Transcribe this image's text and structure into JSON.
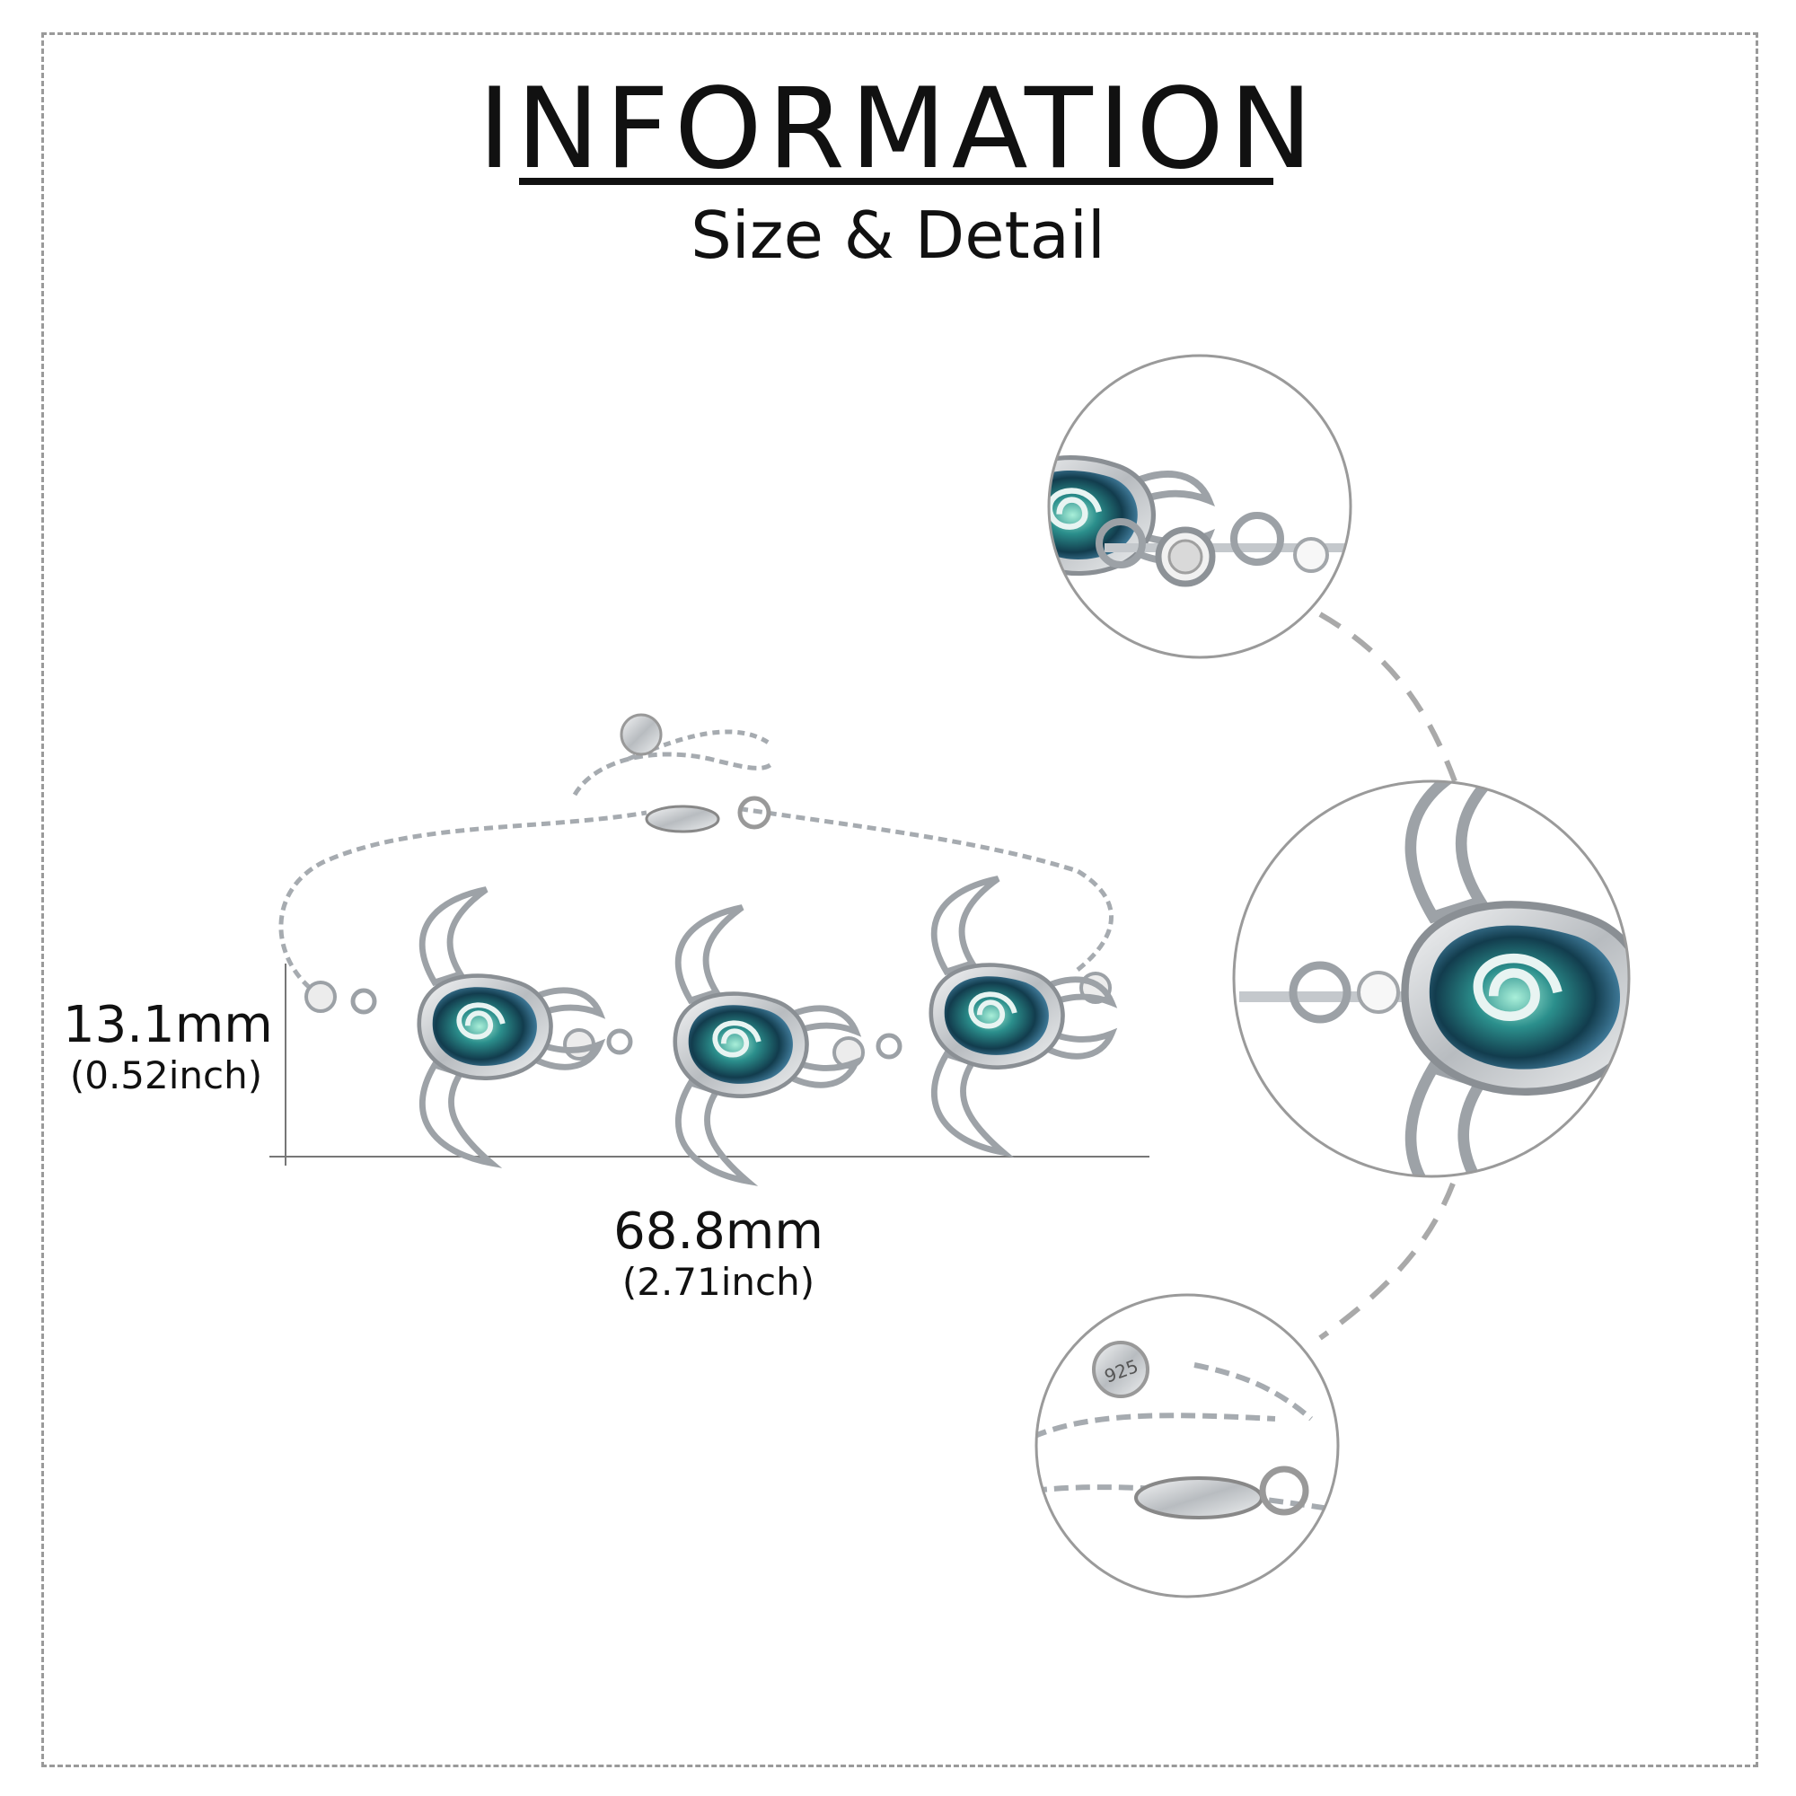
{
  "header": {
    "title": "INFORMATION",
    "subtitle": "Size & Detail"
  },
  "dimensions": {
    "height_mm": "13.1mm",
    "height_inch": "(0.52inch)",
    "width_mm": "68.8mm",
    "width_inch": "(2.71inch)"
  },
  "colors": {
    "silver": "#c9ccd0",
    "silver_dark": "#7d8287",
    "abalone": "#1f6e79",
    "abalone_light": "#7fd8c8",
    "guide_line": "#9a9a9a"
  },
  "stamp": "925"
}
